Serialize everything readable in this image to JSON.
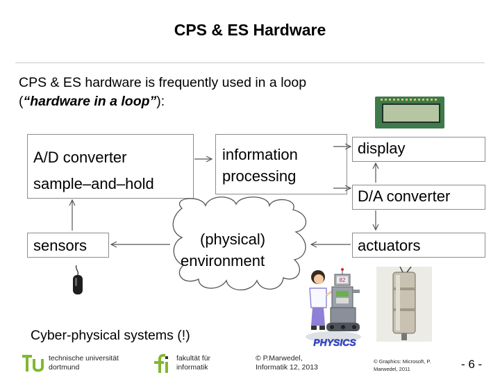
{
  "slide": {
    "title": "CPS & ES Hardware",
    "intro_line1": "CPS & ES hardware is frequently used in a loop",
    "intro_open": "(",
    "intro_quote": "“hardware in a loop”",
    "intro_close": "):",
    "caption": "Cyber-physical systems (!)",
    "page_number": "- 6 -"
  },
  "diagram": {
    "ad_converter": "A/D converter",
    "sample_hold": "sample–and–hold",
    "info_line1": "information",
    "info_line2": "processing",
    "display": "display",
    "da_converter": "D/A converter",
    "sensors": "sensors",
    "env_line1": "(physical)",
    "env_line2": "environment",
    "actuators": "actuators"
  },
  "footer": {
    "university_line1": "technische universität",
    "university_line2": "dortmund",
    "faculty_line1": "fakultät für",
    "faculty_line2": "informatik",
    "copyright_line1": "© P.Marwedel,",
    "copyright_line2": "Informatik 12,  2013",
    "credits_line1": "© Graphics: Microsoft, P.",
    "credits_line2": "Marwedel, 2011"
  },
  "images": {
    "robot_label": "PHYSICS",
    "robot_badge": "82"
  },
  "colors": {
    "box_border": "#8c8c8c",
    "arrow": "#555555",
    "tu_green": "#80b92e",
    "physics_blue": "#3a4fd8"
  }
}
